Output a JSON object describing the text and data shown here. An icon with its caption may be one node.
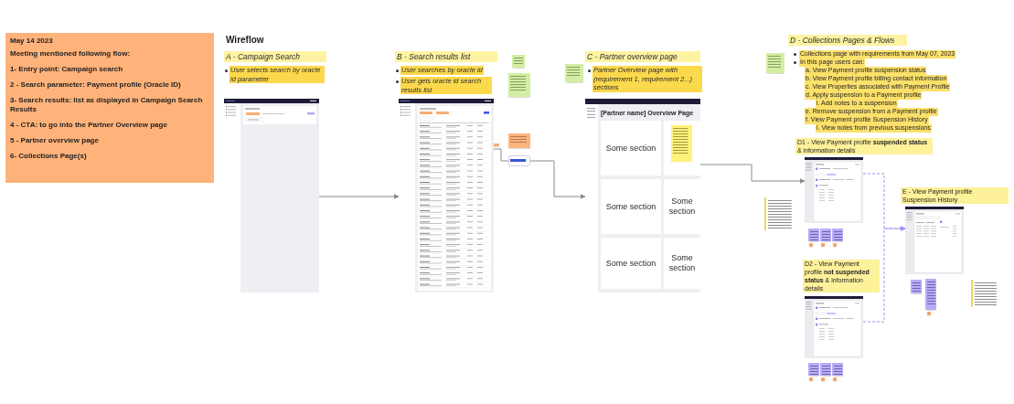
{
  "diagram": {
    "title": "Wireflow",
    "nodes": [
      {
        "text": [
          "May 14 2023",
          "Meeting mentioned following flow:",
          "1- Entry point: Campaign search",
          "2 - Search parameter: Payment profile (Oracle ID)",
          "3- Search results: list as displayed in Campaign Search Results",
          "4 - CTA: to go into the Partner Overview page",
          "5 - Partner overview page",
          "6- Collections Page(s)"
        ]
      },
      {
        "text": [],
        "shape": "picture"
      },
      {
        "text": [],
        "shape": "picture"
      },
      {
        "text": [],
        "shape": "box"
      },
      {
        "text": [
          "[Partner name] Overview Page"
        ]
      },
      {
        "text": [
          "Some section"
        ],
        "in": 4
      },
      {
        "text": [],
        "shape": "box",
        "in": 4
      },
      {
        "text": [
          "Some section"
        ],
        "in": 4
      },
      {
        "text": [
          "Some section"
        ],
        "in": 4
      },
      {
        "text": [
          "Some section"
        ],
        "in": 4
      },
      {
        "text": [
          "Some section"
        ],
        "in": 4
      },
      {
        "text": [],
        "shape": "picture",
        "beside": [
          "D1 - View Payment profile **suspended status** & information details"
        ]
      },
      {
        "text": [],
        "shape": "picture",
        "beside": [
          "E - View Payment profile Suspension History"
        ]
      },
      {
        "text": [],
        "shape": "picture",
        "beside": [
          "D2 - View Payment profile **not suspended status** & information details"
        ]
      }
    ],
    "edges": [
      {
        "from": 1,
        "to": 2,
        "arrow": "to"
      },
      {
        "from": 2,
        "to": 3,
        "arrow": "none"
      },
      {
        "from": 3,
        "to": 4,
        "arrow": "to"
      },
      {
        "from": 6,
        "to": 11,
        "arrow": "to"
      },
      {
        "from": 11,
        "to": 12,
        "arrow": "to",
        "style": "dashed",
        "color": "#9d8ff2"
      },
      {
        "from": 13,
        "to": 12,
        "arrow": "to",
        "style": "dashed",
        "color": "#9d8ff2"
      }
    ],
    "labels": [
      "A - Campaign Search",
      "User selects search by oracle id parameter",
      "B - Search results list",
      "User searches by oracle id",
      "User gets oracle id search results list",
      "C - Partner overview page",
      "Partner Overview page with (requirement 1, requirement 2...) sections",
      "D - Collections Pages & Flows",
      "Collections page with requirements from May 07, 2023",
      "In this page users can:",
      "a. View Payment profile suspension status",
      "b. View Payment profile billing contact information",
      "c. View Properties associated with Payment Profile",
      "d. Apply suspension to a Payment profile",
      "i. Add notes to a suspension",
      "e. Remove suspension from a Payment profile",
      "f. View Payment profile Suspension History",
      "i. View notes from previous suspensions"
    ]
  }
}
